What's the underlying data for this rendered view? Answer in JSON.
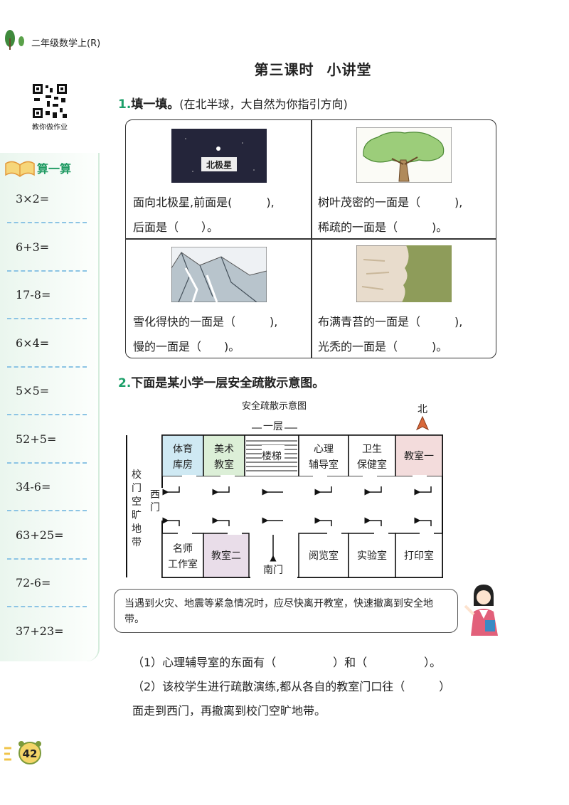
{
  "header": {
    "book": "二年级数学上(R)"
  },
  "title": {
    "lesson": "第三课时",
    "name": "小讲堂"
  },
  "sidebar": {
    "qr_caption": "教你做作业",
    "heading": "算一算",
    "calcs": [
      "3×2=",
      "6+3=",
      "17-8=",
      "6×4=",
      "5×5=",
      "52+5=",
      "34-6=",
      "63+25=",
      "72-6=",
      "37+23="
    ]
  },
  "section1": {
    "num": "1.",
    "title": "填一填。",
    "subtitle": "(在北半球，大自然为你指引方向)",
    "cells": [
      {
        "label": "北极星",
        "line1": "面向北极星,前面是(　　　),",
        "line2": "后面是（　　）。"
      },
      {
        "line1": "树叶茂密的一面是（　　　),",
        "line2": "稀疏的一面是（　　　)。"
      },
      {
        "line1": "雪化得快的一面是（　　　),",
        "line2": "慢的一面是（　　)。"
      },
      {
        "line1": "布满青苔的一面是（　　　),",
        "line2": "光秃的一面是（　　　)。"
      }
    ]
  },
  "section2": {
    "num": "2.",
    "title": "下面是某小学一层安全疏散示意图。",
    "map": {
      "title": "安全疏散示意图",
      "north": "北",
      "floor": "一层",
      "top_rooms": [
        [
          "体育",
          "库房"
        ],
        [
          "美术",
          "教室"
        ],
        [
          "楼梯"
        ],
        [
          "心理",
          "辅导室"
        ],
        [
          "卫生",
          "保健室"
        ],
        [
          "教室一"
        ]
      ],
      "bottom_rooms": [
        [
          "名师",
          "工作室"
        ],
        [
          "教室二"
        ],
        [
          "阅览室"
        ],
        [
          "实验室"
        ],
        [
          "打印室"
        ]
      ],
      "south_gate": "南门",
      "west_gate": "西门",
      "open_area": "校门空旷地带"
    },
    "note": "当遇到火灾、地震等紧急情况时，应尽快离开教室，快速撤离到安全地带。",
    "q1": "（1）心理辅导室的东面有（　　　　　）和（　　　　　）。",
    "q2a": "（2）该校学生进行疏散演练,都从各自的教室门口往（　　　）",
    "q2b": "面走到西门，再撤离到校门空旷地带。"
  },
  "page": {
    "number": "42"
  },
  "colors": {
    "accent_green": "#1da06a",
    "dashed_blue": "#8cc4e4",
    "room_blue": "#cfe9f3",
    "room_green": "#dcefd7",
    "room_pink": "#f3dcdc"
  }
}
